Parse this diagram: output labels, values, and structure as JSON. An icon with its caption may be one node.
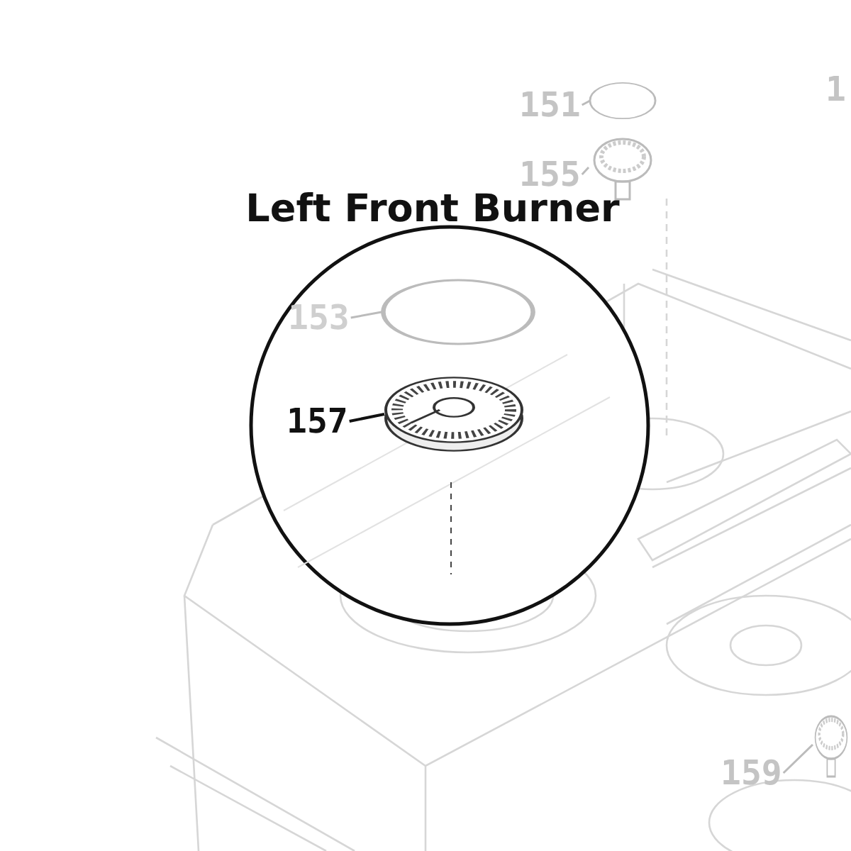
{
  "diagram": {
    "title": "Left Front Burner",
    "nodes": [
      {
        "text": [
          "151"
        ]
      },
      {
        "text": [],
        "shape": "circle"
      },
      {
        "text": [
          "155"
        ]
      },
      {
        "text": [],
        "shape": "picture"
      },
      {
        "text": [
          "153"
        ]
      },
      {
        "text": [],
        "shape": "circle"
      },
      {
        "text": [
          "157"
        ]
      },
      {
        "text": [],
        "shape": "picture"
      },
      {
        "text": [
          "159"
        ]
      },
      {
        "text": [],
        "shape": "picture"
      }
    ],
    "edges": [
      {
        "from": 0,
        "to": 1,
        "arrow": "none"
      },
      {
        "from": 2,
        "to": 3,
        "arrow": "none"
      },
      {
        "from": 4,
        "to": 5,
        "arrow": "none"
      },
      {
        "from": 6,
        "to": 7,
        "arrow": "none",
        "color": "#111111"
      },
      {
        "from": 8,
        "to": 9,
        "arrow": "none"
      }
    ],
    "labels": [
      "1"
    ]
  }
}
